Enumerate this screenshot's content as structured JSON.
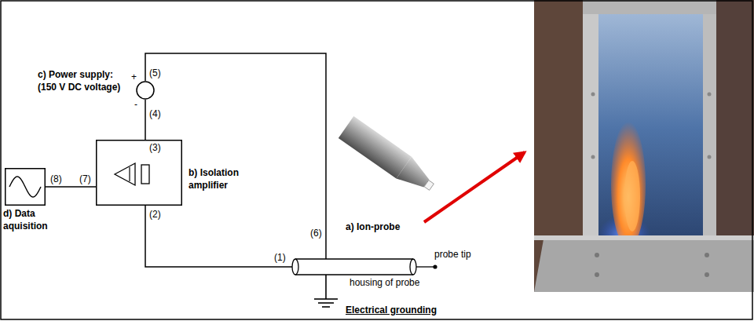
{
  "diagram": {
    "nodes": [
      {
        "text": [
          "c) Power supply: (150 V DC voltage)"
        ]
      },
      {
        "text": [
          "b) Isolation amplifier"
        ]
      },
      {
        "text": [
          "d) Data aquisition"
        ]
      },
      {
        "text": [
          "a) Ion-probe"
        ]
      }
    ],
    "edges": [
      {
        "from": 0,
        "to": 1,
        "arrow": "none"
      },
      {
        "from": 1,
        "to": 3,
        "arrow": "none"
      },
      {
        "from": 0,
        "to": 3,
        "arrow": "none"
      },
      {
        "from": 2,
        "to": 1,
        "arrow": "none"
      }
    ],
    "labels": [
      "+",
      "-",
      "(5)",
      "(4)",
      "(3)",
      "(2)",
      "(8)",
      "(7)",
      "(6)",
      "(1)",
      "probe tip",
      "housing of probe",
      "Electrical grounding"
    ]
  }
}
